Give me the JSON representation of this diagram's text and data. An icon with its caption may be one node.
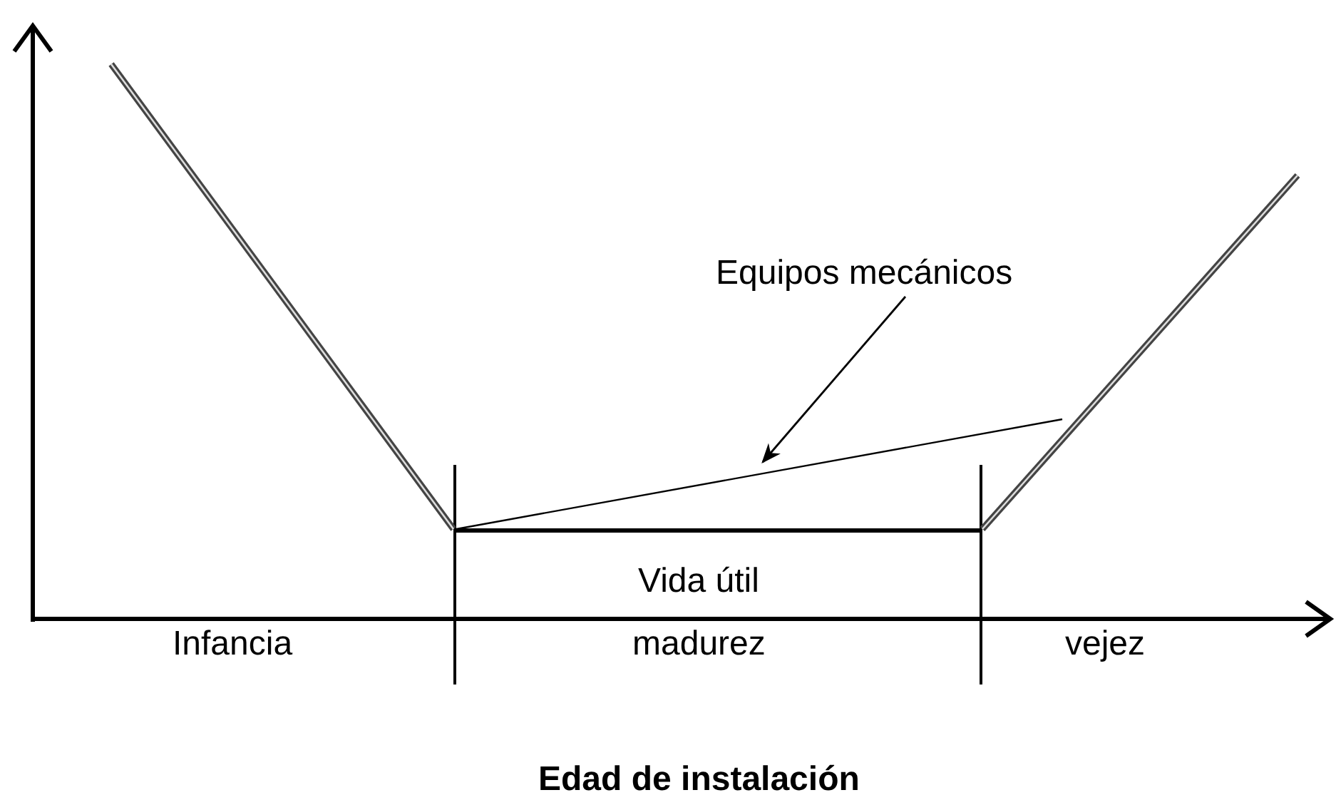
{
  "diagram": {
    "nodes": [
      {
        "text": [
          "Equipos mecánicos"
        ]
      },
      {
        "text": [],
        "shape": "line"
      }
    ],
    "edges": [
      {
        "from": 0,
        "to": 1,
        "arrow": "to"
      }
    ],
    "labels": [
      "Vida útil",
      "Infancia",
      "madurez",
      "vejez",
      "Edad de instalación"
    ]
  }
}
